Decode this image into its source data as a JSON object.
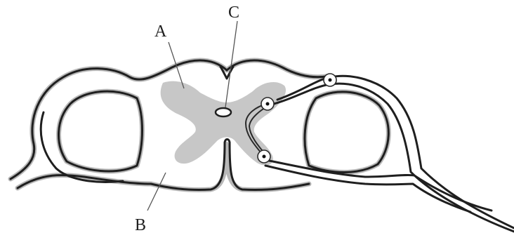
{
  "labels": {
    "a": "A",
    "b": "B",
    "c": "C"
  },
  "colors": {
    "outline": "#1f1f1f",
    "gray_matter": "#c7c7c7",
    "shadow": "#b8b8b8",
    "background": "#ffffff"
  }
}
